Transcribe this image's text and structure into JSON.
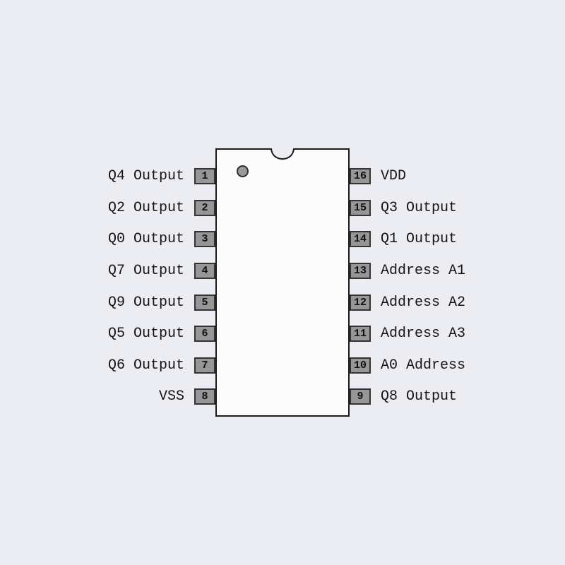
{
  "diagram": {
    "kind": "ic-pinout",
    "package": "16-pin DIP"
  },
  "colors": {
    "background": "#ECEDF2",
    "chip_body": "#FCFCFC",
    "outline": "#1C1C1C",
    "pin_box": "#969696"
  },
  "pins": {
    "left": [
      {
        "label": "Q4 Output",
        "number": "1"
      },
      {
        "label": "Q2 Output",
        "number": "2"
      },
      {
        "label": "Q0 Output",
        "number": "3"
      },
      {
        "label": "Q7 Output",
        "number": "4"
      },
      {
        "label": "Q9 Output",
        "number": "5"
      },
      {
        "label": "Q5 Output",
        "number": "6"
      },
      {
        "label": "Q6 Output",
        "number": "7"
      },
      {
        "label": "VSS",
        "number": "8"
      }
    ],
    "right": [
      {
        "number": "16",
        "label": "VDD"
      },
      {
        "number": "15",
        "label": "Q3 Output"
      },
      {
        "number": "14",
        "label": "Q1 Output"
      },
      {
        "number": "13",
        "label": "Address A1"
      },
      {
        "number": "12",
        "label": "Address A2"
      },
      {
        "number": "11",
        "label": "Address A3"
      },
      {
        "number": "10",
        "label": "A0 Address"
      },
      {
        "number": "9",
        "label": "Q8 Output"
      }
    ]
  }
}
